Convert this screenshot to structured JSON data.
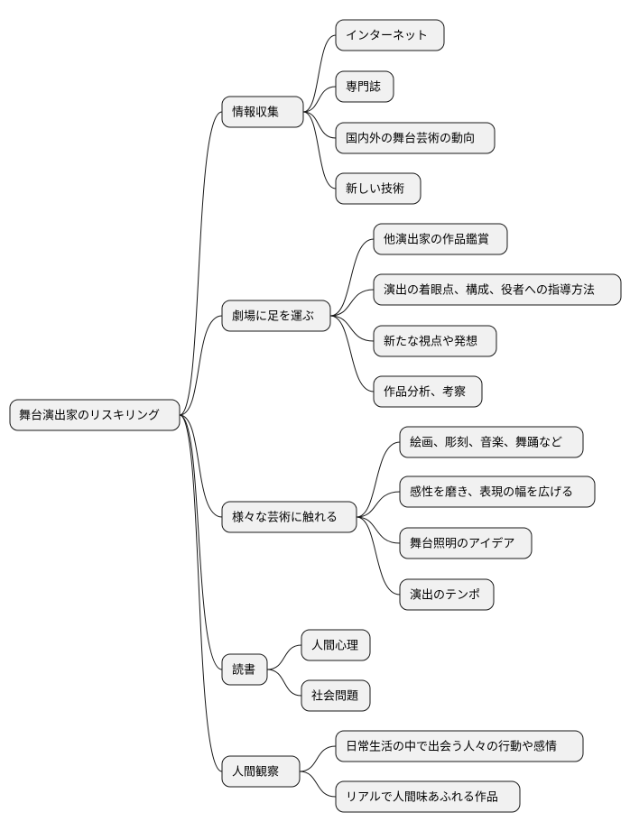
{
  "mindmap": {
    "root": {
      "label": "舞台演出家のリスキリング"
    },
    "branches": [
      {
        "label": "情報収集",
        "children": [
          {
            "label": "インターネット"
          },
          {
            "label": "専門誌"
          },
          {
            "label": "国内外の舞台芸術の動向"
          },
          {
            "label": "新しい技術"
          }
        ]
      },
      {
        "label": "劇場に足を運ぶ",
        "children": [
          {
            "label": "他演出家の作品鑑賞"
          },
          {
            "label": "演出の着眼点、構成、役者への指導方法"
          },
          {
            "label": "新たな視点や発想"
          },
          {
            "label": "作品分析、考察"
          }
        ]
      },
      {
        "label": "様々な芸術に触れる",
        "children": [
          {
            "label": "絵画、彫刻、音楽、舞踊など"
          },
          {
            "label": "感性を磨き、表現の幅を広げる"
          },
          {
            "label": "舞台照明のアイデア"
          },
          {
            "label": "演出のテンポ"
          }
        ]
      },
      {
        "label": "読書",
        "children": [
          {
            "label": "人間心理"
          },
          {
            "label": "社会問題"
          }
        ]
      },
      {
        "label": "人間観察",
        "children": [
          {
            "label": "日常生活の中で出会う人々の行動や感情"
          },
          {
            "label": "リアルで人間味あふれる作品"
          }
        ]
      }
    ]
  }
}
